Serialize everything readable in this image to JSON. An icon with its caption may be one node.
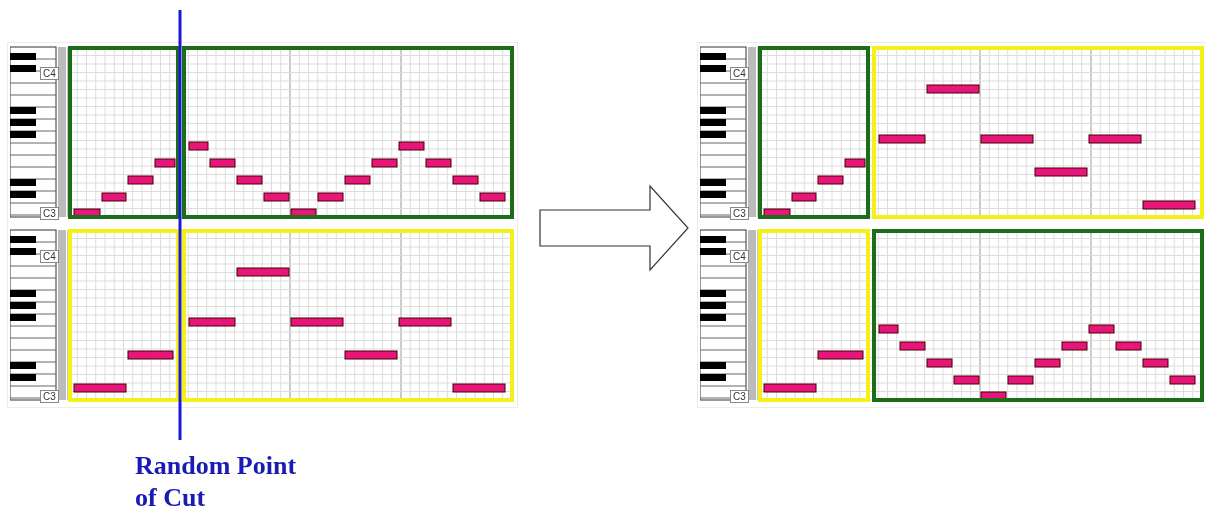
{
  "diagram": {
    "nodes": [
      {
        "text": [],
        "shape": "box"
      },
      {
        "text": [
          "C4",
          "C3"
        ],
        "in": 0
      },
      {
        "text": [
          "C4",
          "C3"
        ],
        "in": 0
      },
      {
        "text": [],
        "shape": "box"
      },
      {
        "text": [
          "C4",
          "C3"
        ],
        "in": 3
      },
      {
        "text": [
          "C4",
          "C3"
        ],
        "in": 3
      }
    ],
    "edges": [
      {
        "from": 0,
        "to": 3,
        "arrow": "to"
      }
    ],
    "labels": [
      "Random Point of Cut"
    ]
  }
}
